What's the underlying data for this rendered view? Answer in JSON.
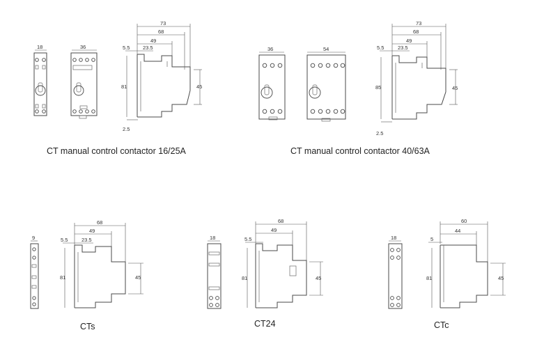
{
  "captions": {
    "ct_16_25a": "CT manual control contactor 16/25A",
    "ct_40_63a": "CT manual control contactor 40/63A",
    "cts": "CTs",
    "ct24": "CT24",
    "ctc": "CTc"
  },
  "dimensions": {
    "ct_16_25a": {
      "front_small_width": "18",
      "front_large_width": "36",
      "depth_total": "73",
      "depth_68": "68",
      "depth_49": "49",
      "offset_5_5": "5.5",
      "offset_23_5": "23.5",
      "height_81": "81",
      "height_45": "45",
      "base_2_5": "2.5"
    },
    "ct_40_63a": {
      "front_small_width": "36",
      "front_large_width": "54",
      "depth_total": "73",
      "depth_68": "68",
      "depth_49": "49",
      "offset_5_5": "5.5",
      "offset_23_5": "23.5",
      "height_85": "85",
      "height_45": "45",
      "base_2_5": "2.5"
    },
    "cts": {
      "front_width": "9",
      "depth_68": "68",
      "depth_49": "49",
      "offset_5_5": "5.5",
      "offset_23_5": "23.5",
      "height_81": "81",
      "height_45": "45"
    },
    "ct24": {
      "front_width": "18",
      "depth_68": "68",
      "depth_49": "49",
      "offset_5_5": "5.5",
      "height_81": "81",
      "height_45": "45"
    },
    "ctc": {
      "front_width": "18",
      "depth_60": "60",
      "depth_44": "44",
      "offset_5": "5",
      "height_81": "81",
      "height_45": "45"
    }
  }
}
